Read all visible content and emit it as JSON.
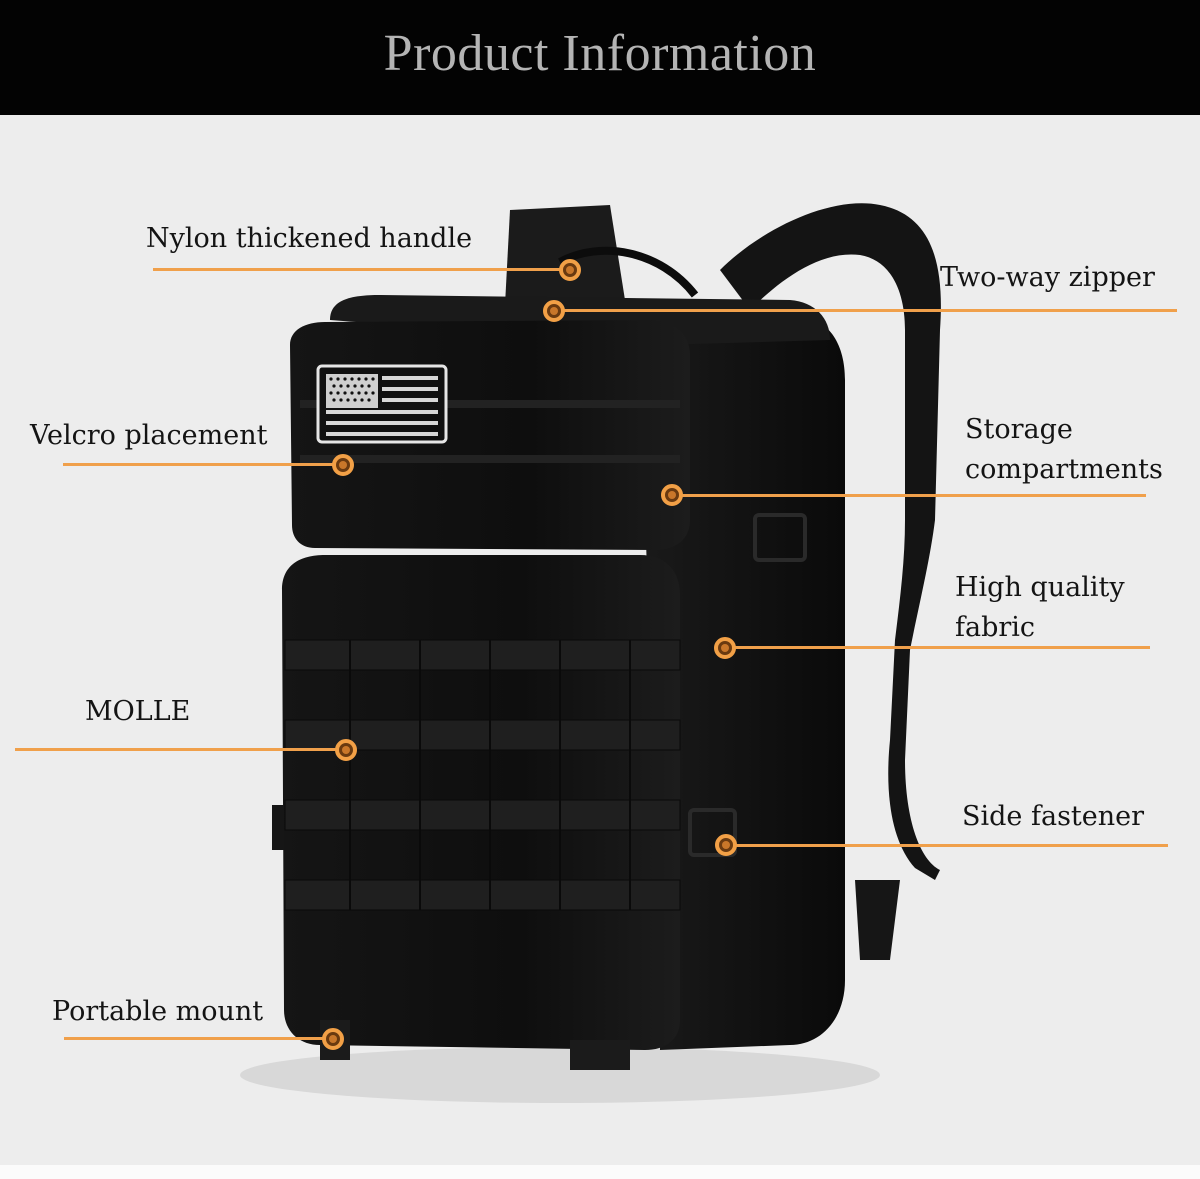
{
  "header": {
    "title": "Product Information"
  },
  "theme": {
    "header_bg": "#030303",
    "header_text": "#b4b4b4",
    "canvas_bg": "#ededed",
    "accent_line": "#f0a04b",
    "label_text": "#141414",
    "product_color": "#111111"
  },
  "product": {
    "name": "Black tactical backpack",
    "patch": "American flag velcro patch"
  },
  "callouts": [
    {
      "id": "handle",
      "label": "Nylon thickened handle",
      "side": "left"
    },
    {
      "id": "zipper",
      "label": "Two-way zipper",
      "side": "right"
    },
    {
      "id": "velcro",
      "label": "Velcro placement",
      "side": "left"
    },
    {
      "id": "storage",
      "label_line1": "Storage",
      "label_line2": "compartments",
      "side": "right"
    },
    {
      "id": "fabric",
      "label_line1": "High quality",
      "label_line2": "fabric",
      "side": "right"
    },
    {
      "id": "molle",
      "label": "MOLLE",
      "side": "left"
    },
    {
      "id": "fastener",
      "label": "Side fastener",
      "side": "right"
    },
    {
      "id": "mount",
      "label": "Portable mount",
      "side": "left"
    }
  ]
}
